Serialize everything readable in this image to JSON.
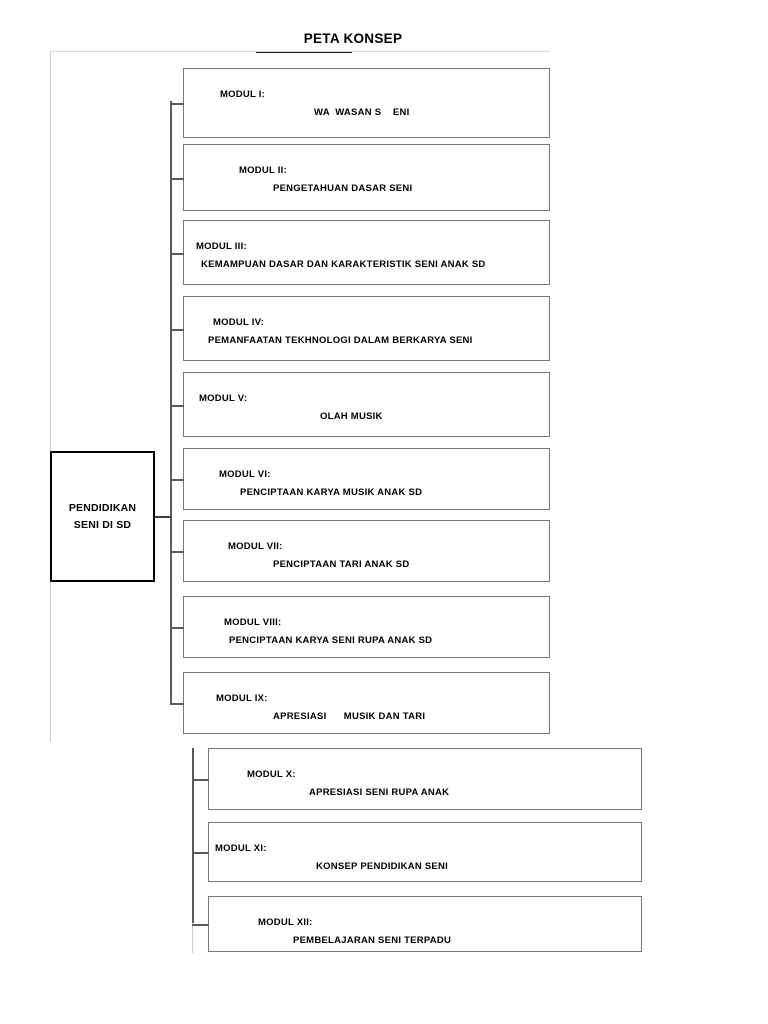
{
  "page": {
    "title": "PETA KONSEP",
    "root_node": {
      "line1": "PENDIDIKAN",
      "line2": "SENI DI SD"
    }
  },
  "diagram": {
    "type": "tree",
    "orientation": "left-to-right",
    "root_label": "PENDIDIKAN SENI DI SD",
    "upper_group": [
      {
        "label": "MODUL I:",
        "title": "WA  WASAN S    ENI",
        "label_indent": 36,
        "title_indent": 130
      },
      {
        "label": "MODUL II:",
        "title": "PENGETAHUAN DASAR SENI",
        "label_indent": 55,
        "title_indent": 89
      },
      {
        "label": "MODUL III:",
        "title": "KEMAMPUAN DASAR DAN KARAKTERISTIK SENI ANAK SD",
        "label_indent": 12,
        "title_indent": 17
      },
      {
        "label": "MODUL IV:",
        "title": "PEMANFAATAN TEKHNOLOGI DALAM BERKARYA SENI",
        "label_indent": 29,
        "title_indent": 24
      },
      {
        "label": "MODUL V:",
        "title": "OLAH MUSIK",
        "label_indent": 15,
        "title_indent": 136
      },
      {
        "label": "MODUL VI:",
        "title": "PENCIPTAAN KARYA MUSIK ANAK SD",
        "label_indent": 35,
        "title_indent": 56
      },
      {
        "label": "MODUL VII:",
        "title": "PENCIPTAAN TARI ANAK SD",
        "label_indent": 44,
        "title_indent": 89
      },
      {
        "label": "MODUL VIII:",
        "title": "PENCIPTAAN KARYA SENI RUPA ANAK SD",
        "label_indent": 40,
        "title_indent": 45
      },
      {
        "label": "MODUL IX:",
        "title": "APRESIASI      MUSIK DAN TARI",
        "label_indent": 32,
        "title_indent": 89
      }
    ],
    "lower_group": [
      {
        "label": "MODUL X:",
        "title": "APRESIASI SENI RUPA ANAK",
        "label_indent": 38,
        "title_indent": 100
      },
      {
        "label": "MODUL XI:",
        "title": "KONSEP PENDIDIKAN SENI",
        "label_indent": 6,
        "title_indent": 107
      },
      {
        "label": "MODUL XII:",
        "title": "PEMBELAJARAN SENI TERPADU",
        "label_indent": 49,
        "title_indent": 84
      }
    ],
    "colors": {
      "root_border": "#000000",
      "box_border": "#767676",
      "connector": "#5a5a5a",
      "frame": "#d0d0d0",
      "text": "#000000",
      "background": "#ffffff"
    }
  }
}
